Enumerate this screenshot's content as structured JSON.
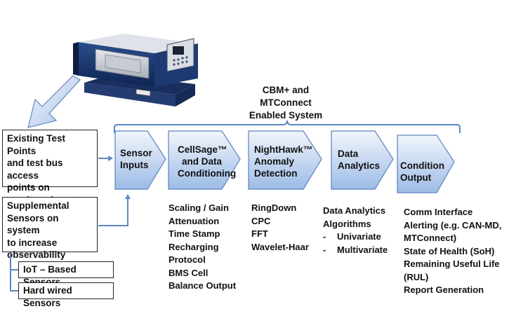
{
  "brace_label": [
    "CBM+ and",
    "MTConnect",
    "Enabled System"
  ],
  "left_boxes": {
    "existing": [
      "Existing Test Points",
      "and test bus access",
      "points on",
      "monitored system"
    ],
    "supplemental": [
      "Supplemental",
      "Sensors on system",
      "to increase",
      "observability"
    ],
    "iot": "IoT – Based Sensors",
    "hardwired": "Hard wired Sensors"
  },
  "stages": [
    {
      "lines": [
        "Sensor",
        "Inputs"
      ]
    },
    {
      "lines": [
        "CellSage™",
        "and Data",
        "Conditioning"
      ]
    },
    {
      "lines": [
        "NightHawk™",
        "Anomaly",
        "Detection"
      ]
    },
    {
      "lines": [
        "Data",
        "Analytics"
      ]
    },
    {
      "lines": [
        "Condition",
        "Output"
      ]
    }
  ],
  "lists": {
    "cellsage": [
      "Scaling / Gain",
      "Attenuation",
      "Time Stamp",
      "Recharging",
      "Protocol",
      "BMS Cell",
      "Balance Output"
    ],
    "nighthawk": [
      "RingDown",
      "CPC",
      "FFT",
      "Wavelet-Haar"
    ],
    "analytics_title": [
      "Data Analytics",
      "Algorithms"
    ],
    "analytics_items": [
      "Univariate",
      "Multivariate"
    ],
    "analytics_bullet": "-",
    "output": [
      "Comm Interface",
      "Alerting (e.g. CAN-MD,",
      "MTConnect)",
      "State of Health (SoH)",
      "Remaining Useful Life",
      "(RUL)",
      "Report Generation"
    ]
  },
  "colors": {
    "chevron_top": "#f2f6fc",
    "chevron_bottom": "#9dbbe6",
    "chevron_stroke": "#5a82bf",
    "connector": "#5b87c5",
    "brace": "#5b87c5"
  }
}
